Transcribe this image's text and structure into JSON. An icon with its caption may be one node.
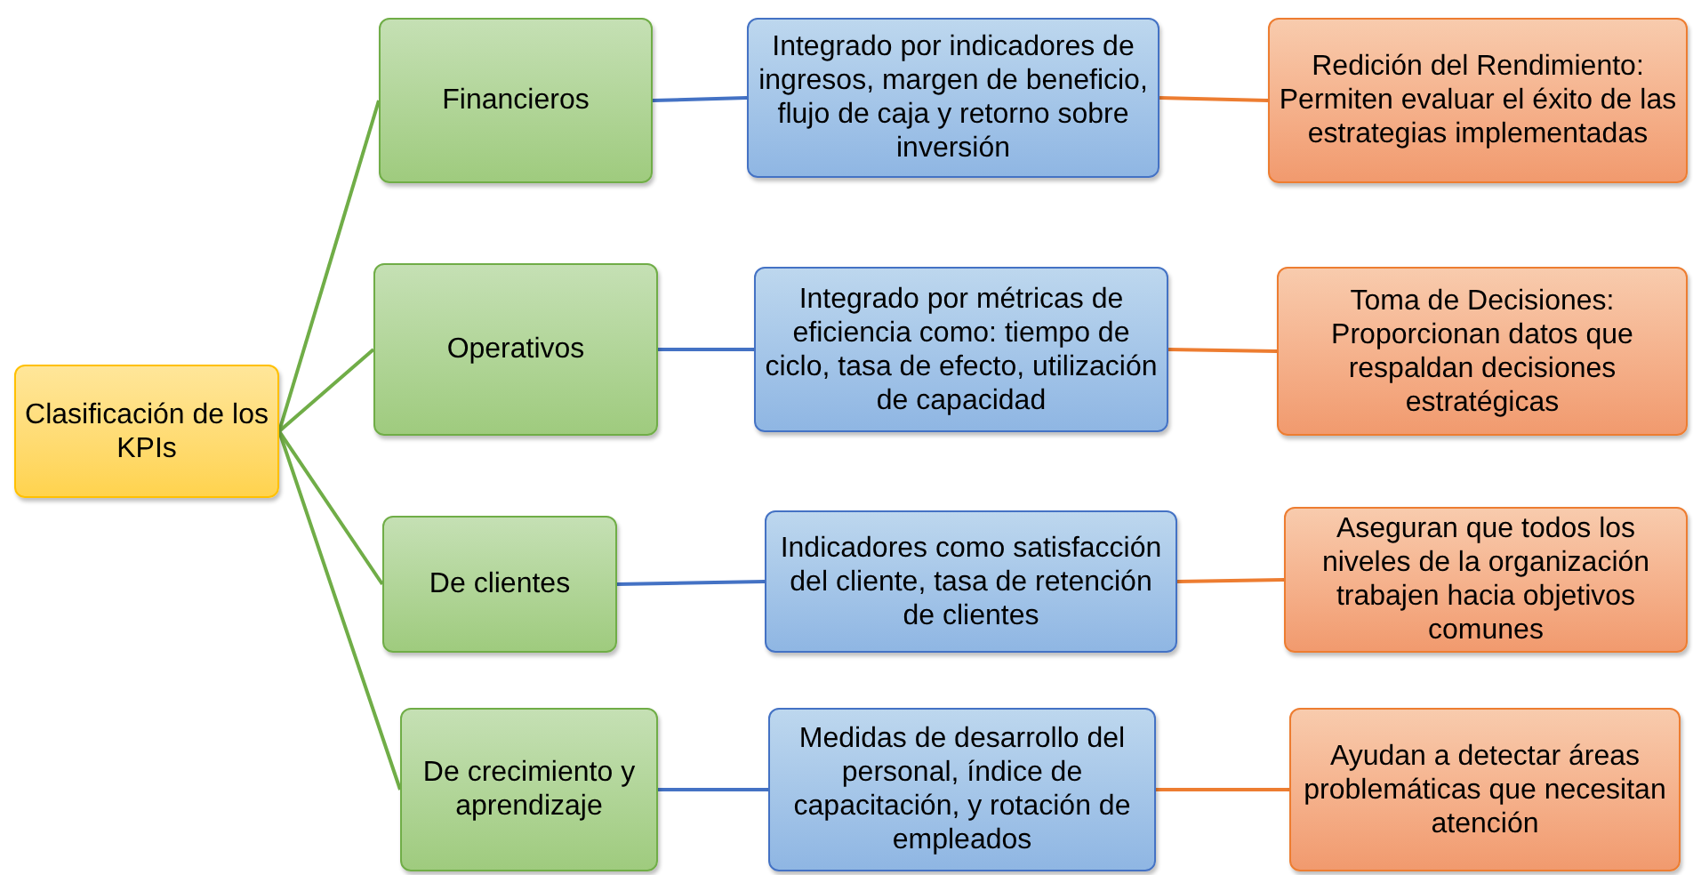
{
  "diagram": {
    "nodes": [
      {
        "text": [
          "Clasificación de los KPIs"
        ]
      },
      {
        "text": [
          "Financieros"
        ]
      },
      {
        "text": [
          "Integrado por indicadores de ingresos, margen de beneficio, flujo de caja y retorno sobre inversión"
        ]
      },
      {
        "text": [
          "Redición del Rendimiento: Permiten evaluar el éxito de las estrategias implementadas"
        ]
      },
      {
        "text": [
          "Operativos"
        ]
      },
      {
        "text": [
          "Integrado por métricas de eficiencia como: tiempo de ciclo, tasa de efecto, utilización de capacidad"
        ]
      },
      {
        "text": [
          "Toma de Decisiones: Proporcionan datos que respaldan decisiones estratégicas"
        ]
      },
      {
        "text": [
          "De clientes"
        ]
      },
      {
        "text": [
          "Indicadores como satisfacción del cliente, tasa de retención de clientes"
        ]
      },
      {
        "text": [
          "Aseguran que todos los niveles de la organización trabajen hacia objetivos comunes"
        ]
      },
      {
        "text": [
          "De crecimiento y aprendizaje"
        ]
      },
      {
        "text": [
          "Medidas de desarrollo del personal, índice de capacitación, y rotación de empleados"
        ]
      },
      {
        "text": [
          "Ayudan a detectar áreas problemáticas que necesitan atención"
        ]
      }
    ],
    "edges": [
      {
        "from": 0,
        "to": 1,
        "arrow": "none",
        "color": "#70ad47"
      },
      {
        "from": 0,
        "to": 4,
        "arrow": "none",
        "color": "#70ad47"
      },
      {
        "from": 0,
        "to": 7,
        "arrow": "none",
        "color": "#70ad47"
      },
      {
        "from": 0,
        "to": 10,
        "arrow": "none",
        "color": "#70ad47"
      },
      {
        "from": 1,
        "to": 2,
        "arrow": "none",
        "color": "#4472c4"
      },
      {
        "from": 4,
        "to": 5,
        "arrow": "none",
        "color": "#4472c4"
      },
      {
        "from": 7,
        "to": 8,
        "arrow": "none",
        "color": "#4472c4"
      },
      {
        "from": 10,
        "to": 11,
        "arrow": "none",
        "color": "#4472c4"
      },
      {
        "from": 2,
        "to": 3,
        "arrow": "none",
        "color": "#ed7d31"
      },
      {
        "from": 5,
        "to": 6,
        "arrow": "none",
        "color": "#ed7d31"
      },
      {
        "from": 8,
        "to": 9,
        "arrow": "none",
        "color": "#ed7d31"
      },
      {
        "from": 11,
        "to": 12,
        "arrow": "none",
        "color": "#ed7d31"
      }
    ]
  }
}
